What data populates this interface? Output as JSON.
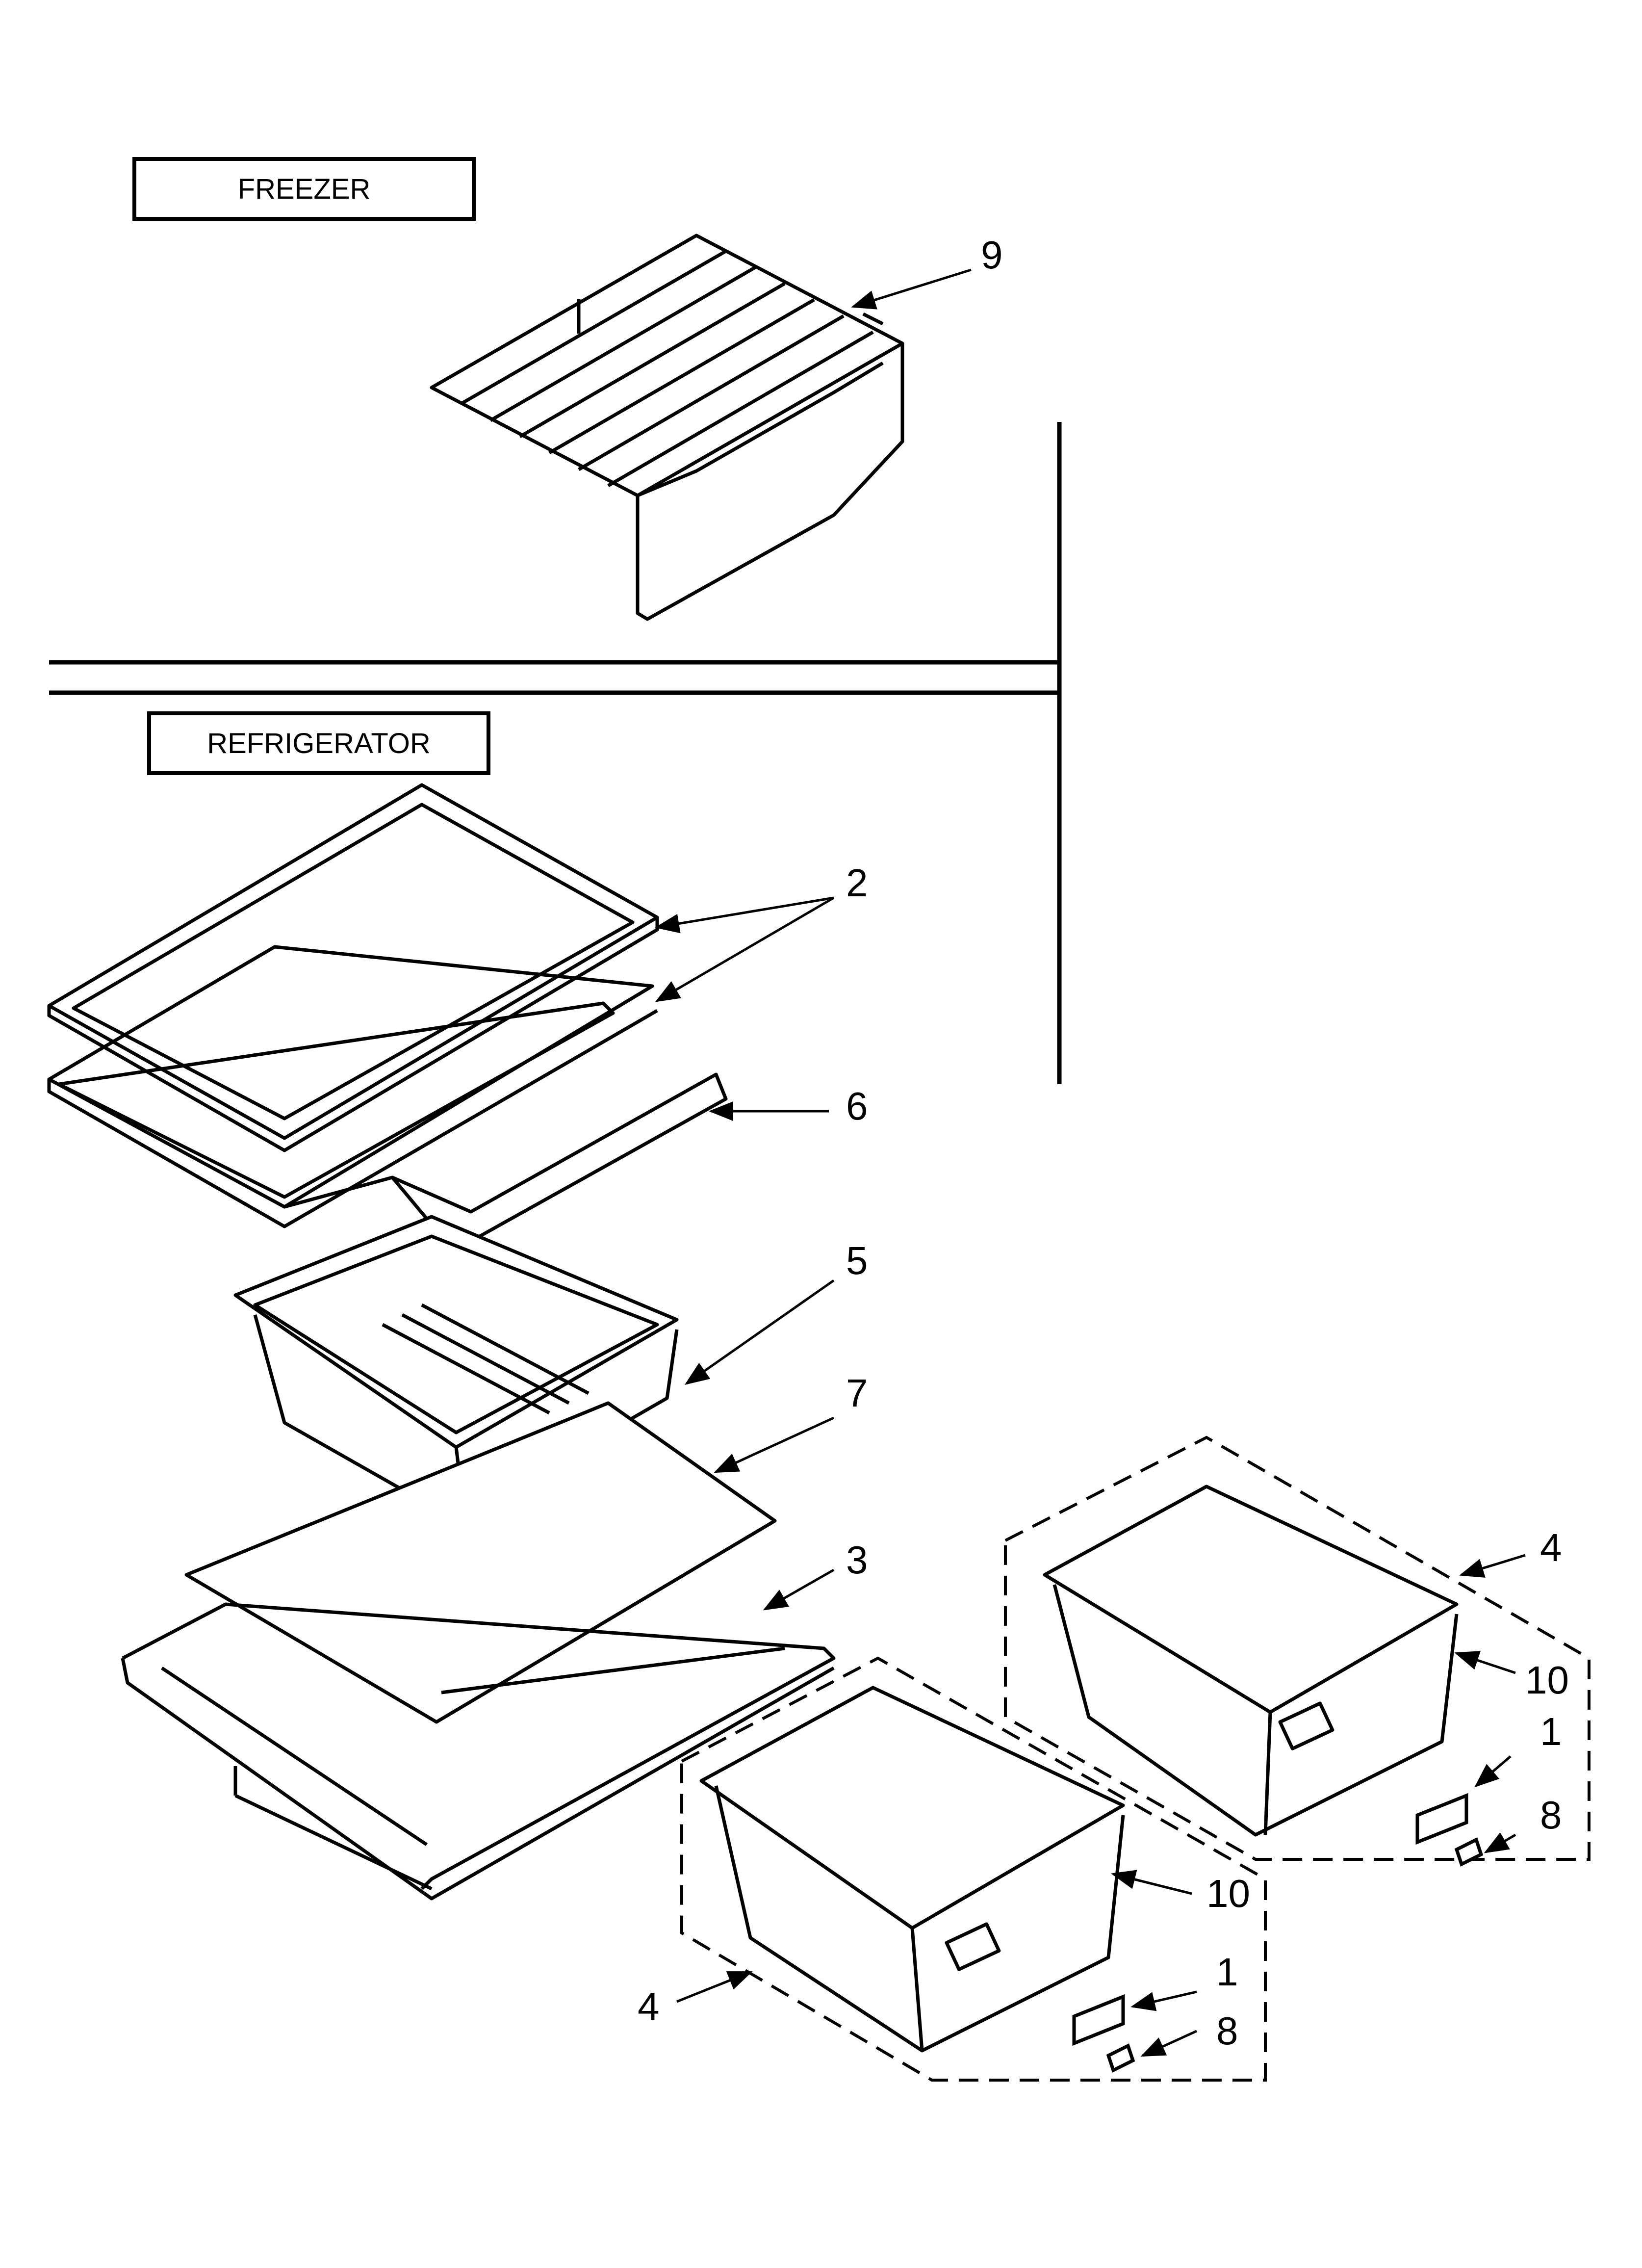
{
  "sections": {
    "freezer_label": "FREEZER",
    "refrigerator_label": "REFRIGERATOR"
  },
  "callouts": {
    "freezer_shelf": "9",
    "glass_shelf_upper": "2",
    "shelf_frame": "6",
    "meat_pan": "5",
    "crisper_cover_glass": "7",
    "crisper_frame": "3",
    "crisper_right_set": "4",
    "crisper_right_drawer": "10",
    "crisper_right_label_insert": "1",
    "crisper_right_clip": "8",
    "crisper_left_drawer": "10",
    "crisper_left_label_insert": "1",
    "crisper_left_clip": "8",
    "crisper_left_set": "4"
  },
  "colors": {
    "line": "#000000",
    "background": "#ffffff"
  }
}
